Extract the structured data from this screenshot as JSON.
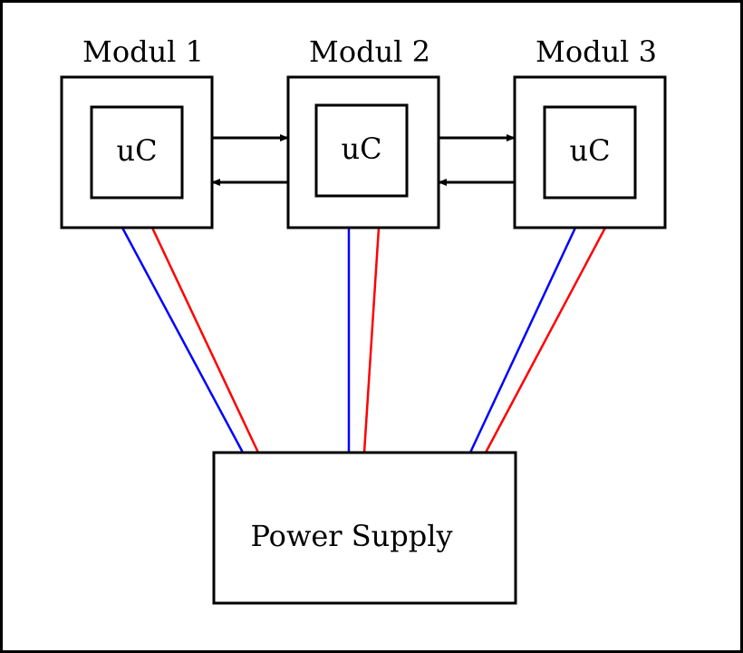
{
  "modules": [
    {
      "title": "Modul 1",
      "chip": "uC"
    },
    {
      "title": "Modul 2",
      "chip": "uC"
    },
    {
      "title": "Modul 3",
      "chip": "uC"
    }
  ],
  "power_supply": {
    "label": "Power Supply"
  },
  "colors": {
    "frame": "#000000",
    "wire_blue": "#0000ff",
    "wire_red": "#ff0000",
    "arrow": "#000000"
  }
}
